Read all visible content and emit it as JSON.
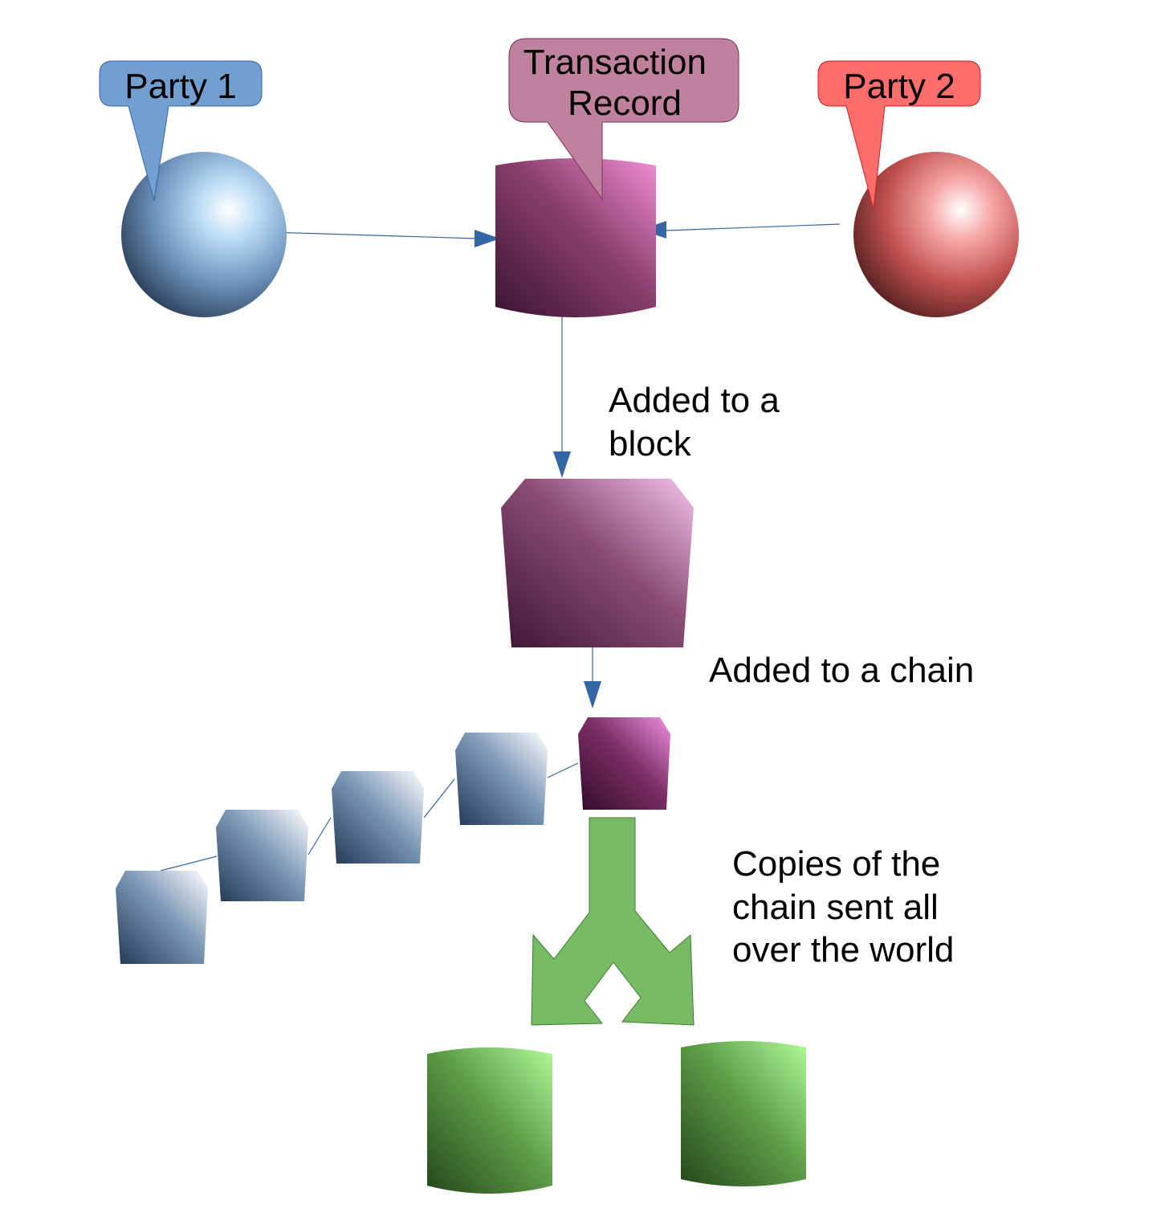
{
  "callouts": {
    "party1": "Party 1",
    "transaction": [
      "Transaction",
      "Record"
    ],
    "party2": "Party 2"
  },
  "captions": {
    "block": [
      "Added to a",
      "block"
    ],
    "chain": "Added to a chain",
    "copies": [
      "Copies of the",
      "chain sent all",
      "over the world"
    ]
  },
  "colors": {
    "party1": "#729fcf",
    "party2": "#ff6d6d",
    "transaction": "#bf819e",
    "connector": "#3465a4",
    "split_arrow": "#77bc65"
  }
}
